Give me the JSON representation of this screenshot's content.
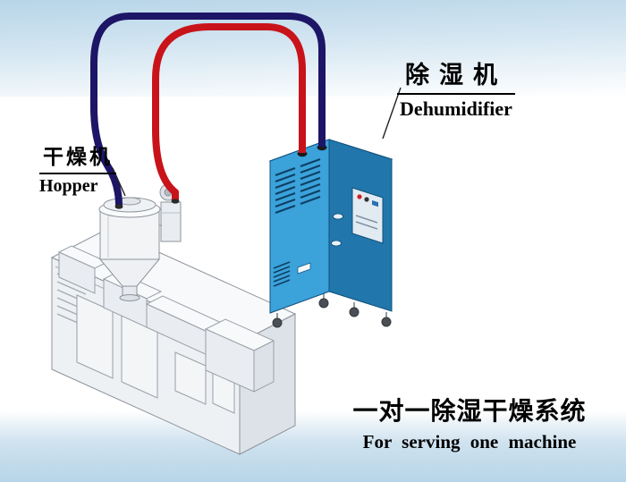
{
  "labels": {
    "dehumidifier": {
      "cn": "除湿机",
      "en": "Dehumidifier"
    },
    "hopper": {
      "cn": "干燥机",
      "en": "Hopper"
    },
    "caption": {
      "cn": "一对一除湿干燥系统",
      "en": "For serving one machine"
    }
  },
  "colors": {
    "pipe_red": "#c9131a",
    "pipe_navy": "#1d1566",
    "cabinet_front": "#3ba2da",
    "cabinet_side": "#2176ab",
    "cabinet_top": "#7cc4e8",
    "band_blue": "#b7d5e8"
  }
}
